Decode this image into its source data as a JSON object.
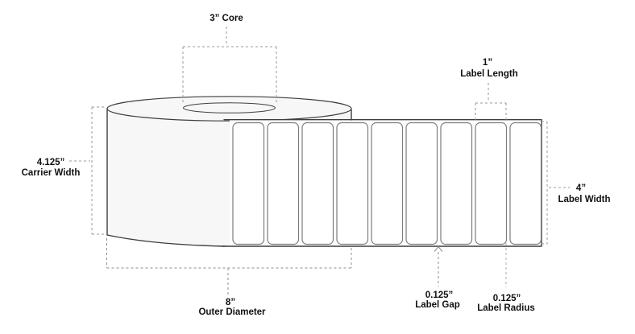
{
  "figure": {
    "description": "Label roll dimension diagram",
    "visible_label_count": 9,
    "annotations": {
      "core": {
        "text": "3” Core"
      },
      "label_length": {
        "value": "1”",
        "label": "Label Length"
      },
      "carrier_width": {
        "value": "4.125”",
        "label": "Carrier Width"
      },
      "label_width": {
        "value": "4”",
        "label": "Label Width"
      },
      "outer_diameter": {
        "value": "8”",
        "label": "Outer Diameter"
      },
      "label_gap": {
        "value": "0.125”",
        "label": "Label Gap"
      },
      "label_radius": {
        "value": "0.125”",
        "label": "Label Radius"
      }
    },
    "colors": {
      "background": "#ffffff",
      "roll_fill": "#f7f7f7",
      "outline": "#3d3d3d",
      "label_fill": "#ffffff",
      "label_border": "#7d7d7d",
      "dash": "#999999",
      "text": "#111111"
    }
  }
}
